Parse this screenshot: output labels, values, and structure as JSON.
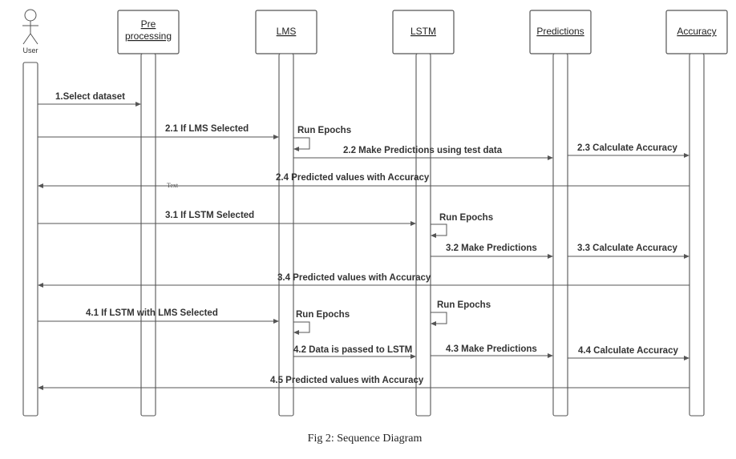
{
  "actor": {
    "label": "User"
  },
  "participants": {
    "pre": {
      "line1": "Pre",
      "line2": "processing"
    },
    "lms": "LMS",
    "lstm": "LSTM",
    "pred": "Predictions",
    "acc": "Accuracy"
  },
  "messages": {
    "m1": "1.Select dataset",
    "m2_1": "2.1 If LMS Selected",
    "m2_run": "Run Epochs",
    "m2_2": "2.2 Make Predictions using test data",
    "m2_3": "2.3 Calculate Accuracy",
    "m2_4": "2.4 Predicted values with Accuracy",
    "m2_4_note": "Text",
    "m3_1": "3.1 If LSTM Selected",
    "m3_run": "Run Epochs",
    "m3_2": "3.2 Make Predictions",
    "m3_3": "3.3 Calculate Accuracy",
    "m3_4": "3.4 Predicted values with Accuracy",
    "m4_1": "4.1 If LSTM with LMS Selected",
    "m4_run_lms": "Run Epochs",
    "m4_run_lstm": "Run Epochs",
    "m4_2": "4.2 Data is passed to LSTM",
    "m4_3": "4.3 Make Predictions",
    "m4_4": "4.4 Calculate Accuracy",
    "m4_5": "4.5 Predicted values with Accuracy"
  },
  "caption": "Fig 2: Sequence Diagram"
}
